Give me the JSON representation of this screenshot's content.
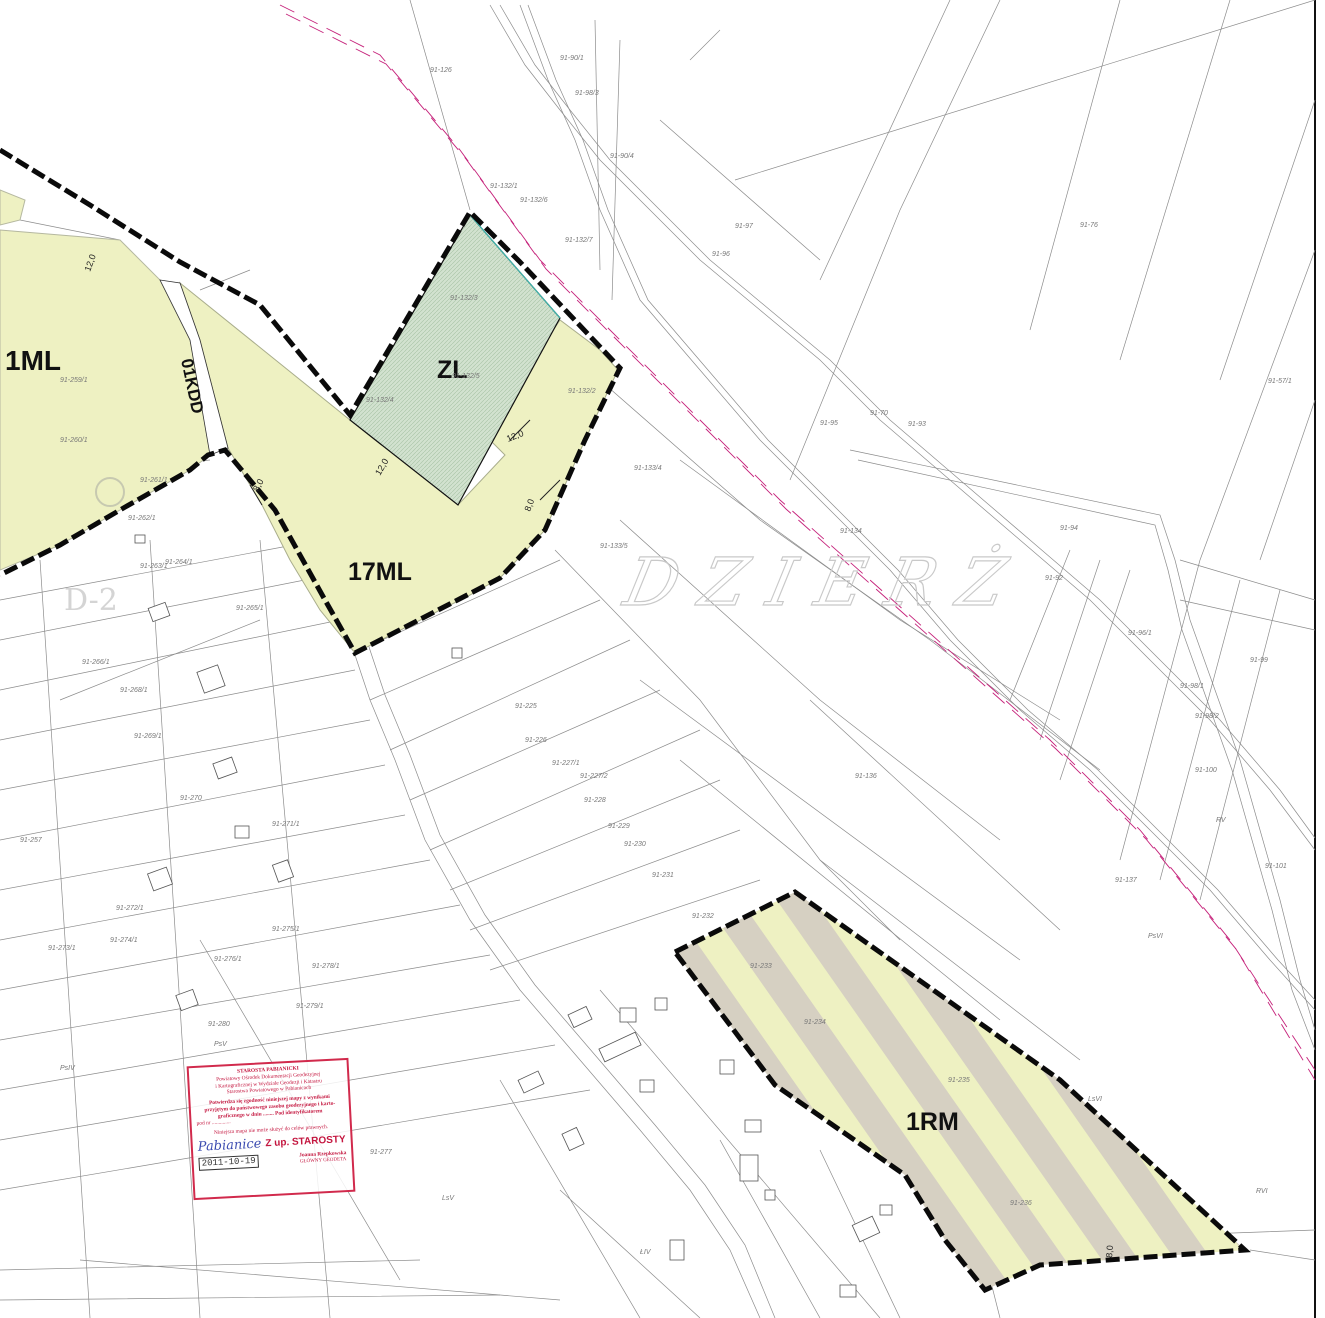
{
  "zones": {
    "z1ml": "1ML",
    "z17ml": "17ML",
    "zl": "ZL",
    "z1rm": "1RM",
    "road": "01KDD"
  },
  "district": {
    "ghost": "DZIERŻ",
    "code": "D-2"
  },
  "dimensions": {
    "d1": "12,0",
    "d2": "12,0",
    "d3": "8,0",
    "d4": "8,0",
    "d5": "8,0",
    "d6": "12,0"
  },
  "parcels": [
    "91-126",
    "91-90/1",
    "91-98/3",
    "91-90/4",
    "91-132/1",
    "91-132/6",
    "91-132/7",
    "91-132/3",
    "91-132/5",
    "91-132/4",
    "91-132/2",
    "91-133/4",
    "91-133/5",
    "91-97",
    "91-96",
    "91-95",
    "91-93",
    "91-94",
    "91-92",
    "91-70",
    "91-76",
    "91-57/1",
    "91-96/1",
    "91-98/1",
    "91-98/2",
    "91-99",
    "91-100",
    "91-101",
    "91-134",
    "91-136",
    "91-137",
    "91-225",
    "91-226",
    "91-227/1",
    "91-227/2",
    "91-228",
    "91-229",
    "91-230",
    "91-231",
    "91-232",
    "91-233",
    "91-234",
    "91-235",
    "91-236",
    "91-277",
    "91-257",
    "91-259/1",
    "91-260/1",
    "91-261/1",
    "91-262/1",
    "91-263/1",
    "91-264/1",
    "91-265/1",
    "91-266/1",
    "91-268/1",
    "91-269/1",
    "91-270",
    "91-271/1",
    "91-272/1",
    "91-273/1",
    "91-274/1",
    "91-275/1",
    "91-276/1",
    "91-278/1",
    "91-279/1",
    "91-280",
    "PsV",
    "PsIV",
    "LsV",
    "ŁIV",
    "RVI",
    "PsVI",
    "RV",
    "LsVI"
  ],
  "stamp": {
    "office": "STAROSTA PABIANICKI",
    "line1": "Powiatowy Ośrodek Dokumentacji Geodezyjnej",
    "line2": "i Kartograficznej w Wydziale Geodezji i Katastru",
    "line3": "Starostwa Powiatowego w Pabianicach",
    "line4": "Potwierdza się zgodność niniejszej mapy z wynikami",
    "line5": "przyjętym do państwowego zasobu geodezyjnego i karto-",
    "line6": "graficznego w dniu ........ Pod identyfikatorem",
    "line7": "pod nr ..............",
    "line8": "Niniejsza mapa nie może służyć do celów prawnych.",
    "zup": "Z up. STAROSTY",
    "date": "2011-10-19",
    "signature": "Pabianice",
    "signer": "Joanna Rzepkowska",
    "signer2": "GŁÓWNY GEODETA"
  },
  "colors": {
    "residential": "#eef1c2",
    "forest": "#cfe0cc",
    "boundary": "#111111",
    "stamp": "#d12a4c",
    "lineMagenta": "#c5217a"
  }
}
